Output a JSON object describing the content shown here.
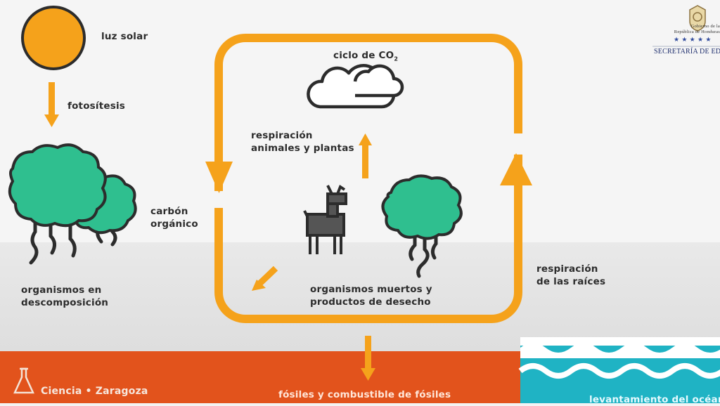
{
  "logo": {
    "line1": "Gobierno de la",
    "line2": "República de Honduras",
    "stars": "★ ★ ★ ★ ★",
    "secretaria": "SECRETARÍA DE EDUC"
  },
  "labels": {
    "sun": "luz solar",
    "photosynthesis": "fotosítesis",
    "cycle_title": "ciclo de CO",
    "cycle_subscript": "2",
    "respiration_line1": "respiración",
    "respiration_line2": "animales y plantas",
    "organic_carbon_line1": "carbón",
    "organic_carbon_line2": "orgánico",
    "decomposition_line1": "organismos en",
    "decomposition_line2": "descomposición",
    "dead_organisms_line1": "organismos muertos y",
    "dead_organisms_line2": "productos de desecho",
    "root_respiration_line1": "respiración",
    "root_respiration_line2": "de las raíces",
    "fossils": "fósiles y combustible de fósiles",
    "ocean": "levantamiento del océano",
    "brand": "Ciencia • Zaragoza"
  },
  "colors": {
    "arrow": "#f5a21b",
    "tree": "#2fbf8f",
    "earth": "#e2531c",
    "ocean": "#1fb3c4",
    "sun": "#f5a21b"
  }
}
